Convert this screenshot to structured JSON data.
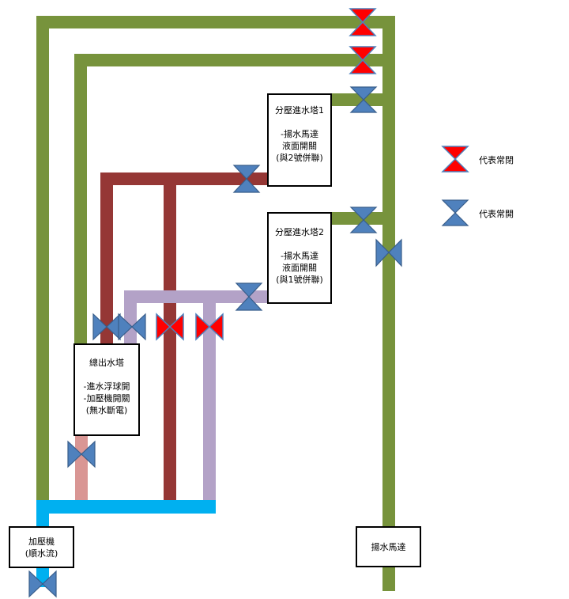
{
  "colors": {
    "green": "#77933C",
    "dark_red": "#953735",
    "lavender": "#B3A2C7",
    "pink": "#D99694",
    "cyan": "#00B0F0",
    "valve_closed": "#FF0000",
    "valve_open": "#4F81BD"
  },
  "boxes": {
    "tower1": {
      "title": "分壓進水塔1",
      "lines": [
        "-揚水馬達",
        "液面開關",
        "(與2號併聯)"
      ]
    },
    "tower2": {
      "title": "分壓進水塔2",
      "lines": [
        "-揚水馬達",
        "液面開關",
        "(與1號併聯)"
      ]
    },
    "main_tower": {
      "title": "總出水塔",
      "lines": [
        "-進水浮球開",
        "-加壓機開關",
        "(無水斷電)"
      ]
    },
    "booster": {
      "title": "加壓機",
      "lines": [
        "(順水流)"
      ]
    },
    "pump": {
      "title": "揚水馬達"
    }
  },
  "legend": {
    "normally_closed": {
      "label": "代表常閉",
      "icon": "valve-closed-icon"
    },
    "normally_open": {
      "label": "代表常開",
      "icon": "valve-open-icon"
    }
  }
}
